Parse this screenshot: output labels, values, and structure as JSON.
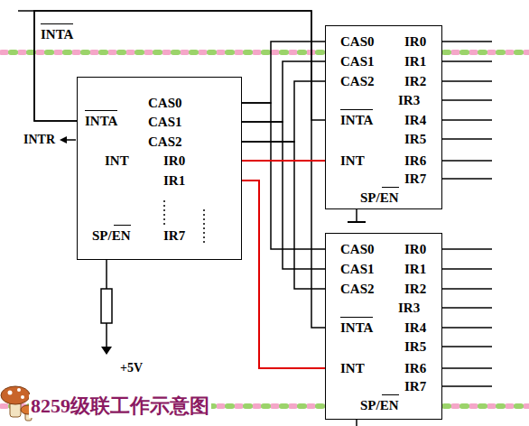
{
  "diagram": {
    "caption": "8259级联工作示意图",
    "nodes": [
      {
        "text": [
          "INTA",
          "CAS0",
          "CAS1",
          "CAS2",
          "INT",
          "IR0",
          "IR1",
          "SP/EN",
          "IR7"
        ]
      },
      {
        "text": [
          "CAS0",
          "IR0",
          "CAS1",
          "IR1",
          "CAS2",
          "IR2",
          "IR3",
          "INTA",
          "IR4",
          "IR5",
          "INT",
          "IR6",
          "IR7",
          "SP/EN"
        ]
      },
      {
        "text": [
          "CAS0",
          "IR0",
          "CAS1",
          "IR1",
          "CAS2",
          "IR2",
          "IR3",
          "INTA",
          "IR4",
          "IR5",
          "INT",
          "IR6",
          "IR7",
          "SP/EN"
        ]
      }
    ],
    "edges": [
      {
        "from": 0,
        "to": 1,
        "arrow": "none"
      },
      {
        "from": 0,
        "to": 2,
        "arrow": "none"
      },
      {
        "from": 0,
        "to": 1,
        "arrow": "none"
      },
      {
        "from": 0,
        "to": 2,
        "arrow": "none"
      },
      {
        "from": 0,
        "to": 1,
        "arrow": "none"
      },
      {
        "from": 0,
        "to": 2,
        "arrow": "none"
      },
      {
        "from": 0,
        "to": 1,
        "arrow": "none"
      },
      {
        "from": 0,
        "to": 2,
        "arrow": "none"
      },
      {
        "from": 0,
        "to": 1,
        "arrow": "none"
      },
      {
        "from": 0,
        "to": 2,
        "arrow": "none"
      }
    ],
    "labels": [
      "INTA",
      "INTR",
      "+5V"
    ]
  }
}
